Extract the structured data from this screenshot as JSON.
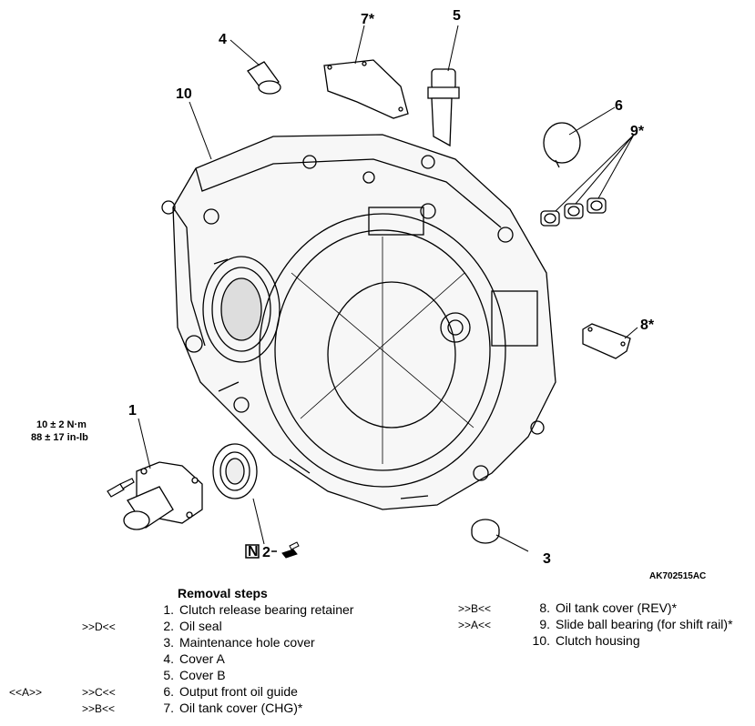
{
  "diagram": {
    "callouts": {
      "c1": "1",
      "c2": "2",
      "c3": "3",
      "c4": "4",
      "c5": "5",
      "c6": "6",
      "c7": "7*",
      "c8": "8*",
      "c9": "9*",
      "c10": "10"
    },
    "torque_line1": "10 ± 2 N·m",
    "torque_line2": "88 ± 17 in-lb",
    "new_part_mark": "N",
    "figure_code": "AK702515AC"
  },
  "removal": {
    "title": "Removal steps",
    "steps_left": [
      {
        "prefix_a": "",
        "prefix_b": "",
        "num": "1.",
        "label": "Clutch release bearing retainer"
      },
      {
        "prefix_a": "",
        "prefix_b": ">>D<<",
        "num": "2.",
        "label": "Oil seal"
      },
      {
        "prefix_a": "",
        "prefix_b": "",
        "num": "3.",
        "label": "Maintenance hole cover"
      },
      {
        "prefix_a": "",
        "prefix_b": "",
        "num": "4.",
        "label": "Cover A"
      },
      {
        "prefix_a": "",
        "prefix_b": "",
        "num": "5.",
        "label": "Cover B"
      },
      {
        "prefix_a": "<<A>>",
        "prefix_b": ">>C<<",
        "num": "6.",
        "label": "Output front oil guide"
      },
      {
        "prefix_a": "",
        "prefix_b": ">>B<<",
        "num": "7.",
        "label": "Oil tank cover (CHG)*"
      }
    ],
    "steps_right": [
      {
        "prefix": ">>B<<",
        "num": "8.",
        "label": "Oil tank cover (REV)*"
      },
      {
        "prefix": ">>A<<",
        "num": "9.",
        "label": "Slide ball bearing (for shift rail)*"
      },
      {
        "prefix": "",
        "num": "10.",
        "label": "Clutch housing"
      }
    ]
  }
}
